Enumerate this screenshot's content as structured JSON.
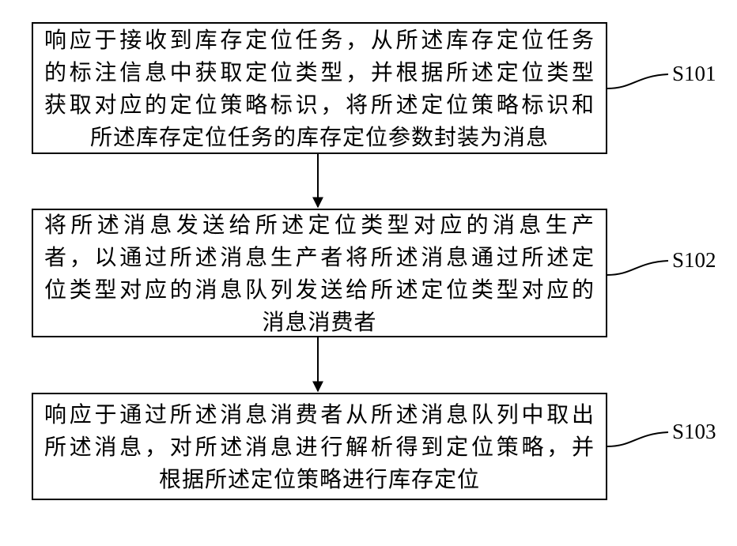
{
  "flowchart": {
    "steps": [
      {
        "label": "S101",
        "lines": [
          "响应于接收到库存定位任务，从所述库存定位任务",
          "的标注信息中获取定位类型，并根据所述定位类型",
          "获取对应的定位策略标识，将所述定位策略标识和",
          "所述库存定位任务的库存定位参数封装为消息"
        ]
      },
      {
        "label": "S102",
        "lines": [
          "将所述消息发送给所述定位类型对应的消息生产",
          "者，以通过所述消息生产者将所述消息通过所述定",
          "位类型对应的消息队列发送给所述定位类型对应的",
          "消息消费者"
        ]
      },
      {
        "label": "S103",
        "lines": [
          "响应于通过所述消息消费者从所述消息队列中取出",
          "所述消息，对所述消息进行解析得到定位策略，并",
          "根据所述定位策略进行库存定位"
        ]
      }
    ]
  }
}
